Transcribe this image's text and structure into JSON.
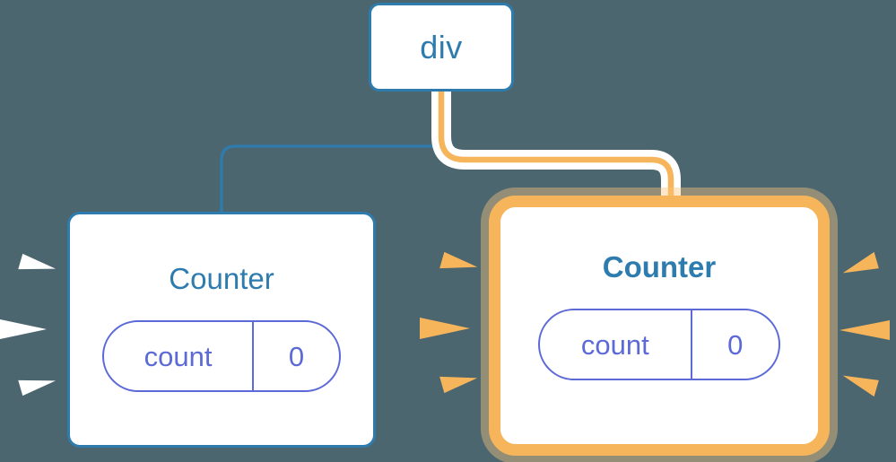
{
  "diagram": {
    "type": "component-tree",
    "background_color": "#4c6670",
    "accent_highlight_color": "#f7b55b",
    "accent_blue_color": "#2e7cae",
    "state_color": "#5c6ad8"
  },
  "root": {
    "label": "div"
  },
  "children": [
    {
      "title": "Counter",
      "highlighted": false,
      "state": {
        "key": "count",
        "value": "0"
      },
      "burst_color": "#ffffff",
      "edge_color": "#2e7cae"
    },
    {
      "title": "Counter",
      "highlighted": true,
      "state": {
        "key": "count",
        "value": "0"
      },
      "burst_color": "#f7b55b",
      "edge_color": "#f7b55b"
    }
  ],
  "bursts": [
    {
      "name": "left-outer-burst",
      "color": "#ffffff",
      "direction": "right"
    },
    {
      "name": "left-inner-burst",
      "color": "#f7b55b",
      "direction": "right"
    },
    {
      "name": "right-outer-burst",
      "color": "#f7b55b",
      "direction": "right"
    }
  ]
}
